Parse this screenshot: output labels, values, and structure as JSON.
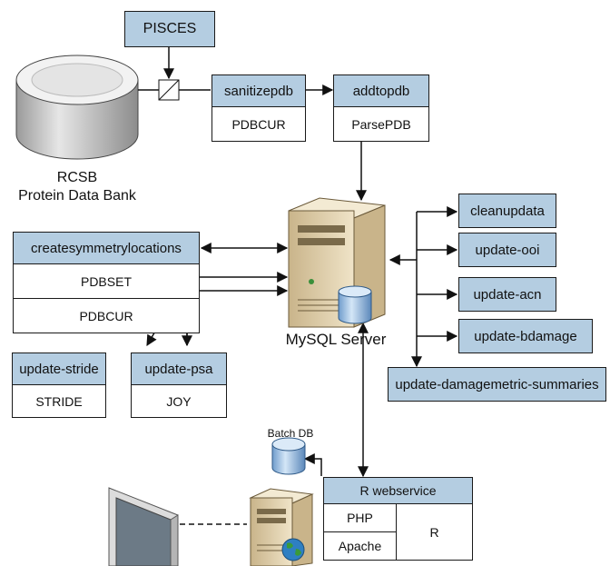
{
  "sources": {
    "pisces": "PISCES",
    "rcsb_line1": "RCSB",
    "rcsb_line2": "Protein Data Bank"
  },
  "modules": {
    "sanitizepdb": {
      "header": "sanitizepdb",
      "cell": "PDBCUR"
    },
    "addtopdb": {
      "header": "addtopdb",
      "cell": "ParsePDB"
    },
    "createsymmetrylocations": {
      "header": "createsymmetrylocations",
      "cells": [
        "PDBSET",
        "PDBCUR"
      ]
    },
    "update_stride": {
      "header": "update-stride",
      "cell": "STRIDE"
    },
    "update_psa": {
      "header": "update-psa",
      "cell": "JOY"
    }
  },
  "updates": [
    "cleanupdata",
    "update-ooi",
    "update-acn",
    "update-bdamage",
    "update-damagemetric-summaries"
  ],
  "server": {
    "label": "MySQL Server"
  },
  "batch": {
    "label": "Batch DB"
  },
  "webservice": {
    "header": "R webservice",
    "php": "PHP",
    "apache": "Apache",
    "r": "R"
  },
  "colors": {
    "header_fill": "#b4cde1",
    "server_fill": "#e8d9b5",
    "disk_fill": "#d9d9d9",
    "db_fill": "#a9c8e8",
    "globe_fill": "#2e7fc2"
  }
}
